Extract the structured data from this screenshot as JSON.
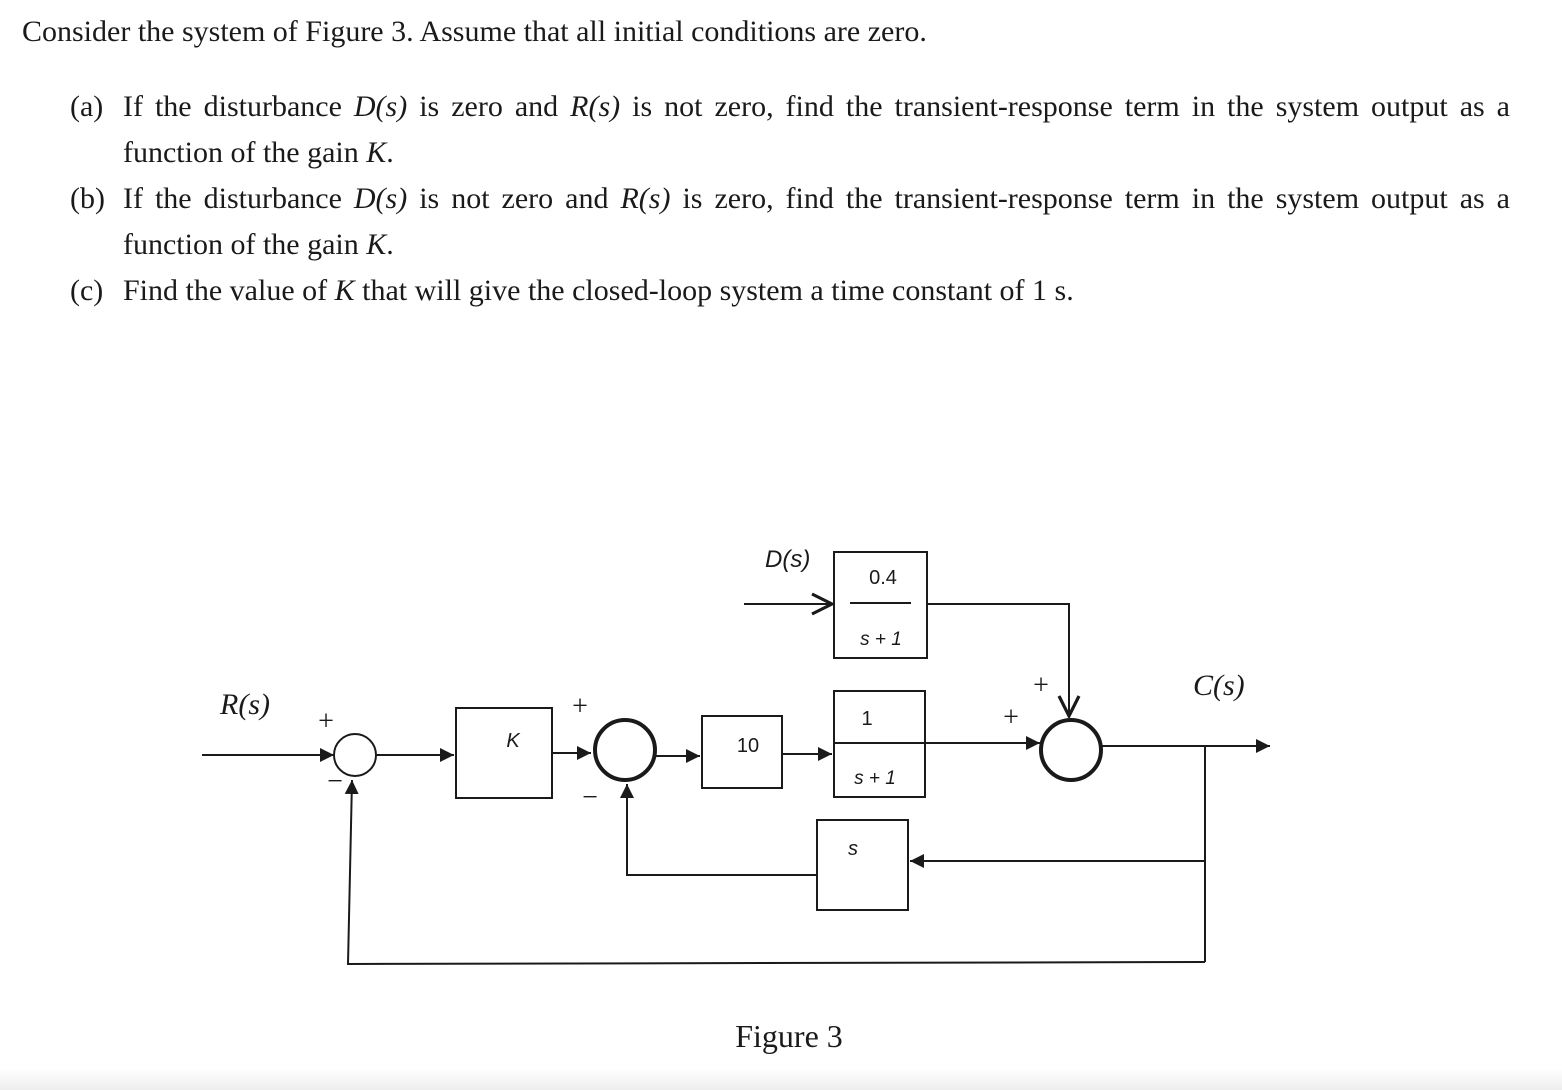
{
  "problem": {
    "intro": "Consider the system of Figure 3.  Assume that all initial conditions are zero.",
    "parts": [
      {
        "label": "(a)",
        "segments": [
          {
            "t": "If the disturbance ",
            "i": false
          },
          {
            "t": "D(s)",
            "i": true
          },
          {
            "t": " is zero and ",
            "i": false
          },
          {
            "t": "R(s)",
            "i": true
          },
          {
            "t": " is not zero, find the transient-response term in the system output as a function of the gain ",
            "i": false
          },
          {
            "t": "K",
            "i": true
          },
          {
            "t": ".",
            "i": false
          }
        ]
      },
      {
        "label": "(b)",
        "segments": [
          {
            "t": "If the disturbance ",
            "i": false
          },
          {
            "t": "D(s)",
            "i": true
          },
          {
            "t": " is not zero and ",
            "i": false
          },
          {
            "t": "R(s)",
            "i": true
          },
          {
            "t": " is zero, find the transient-response term in the system output as a function of the gain ",
            "i": false
          },
          {
            "t": "K",
            "i": true
          },
          {
            "t": ".",
            "i": false
          }
        ]
      },
      {
        "label": "(c)",
        "segments": [
          {
            "t": "Find the value of ",
            "i": false
          },
          {
            "t": "K",
            "i": true
          },
          {
            "t": " that will give the closed-loop system a time constant of 1 s.",
            "i": false
          }
        ]
      }
    ]
  },
  "diagram": {
    "input_label": "R(s)",
    "output_label": "C(s)",
    "disturbance_label": "D(s)",
    "blocks": {
      "gain_k": "K",
      "gain_10": "10",
      "plant_num": "1",
      "plant_den": "s + 1",
      "dist_num": "0.4",
      "dist_den": "s + 1",
      "feedback": "s"
    },
    "signs": {
      "sum1_plus": "+",
      "sum1_minus": "−",
      "sum2_plus": "+",
      "sum2_minus": "−",
      "sum3_plus_left": "+",
      "sum3_plus_top": "+"
    },
    "caption": "Figure 3"
  }
}
